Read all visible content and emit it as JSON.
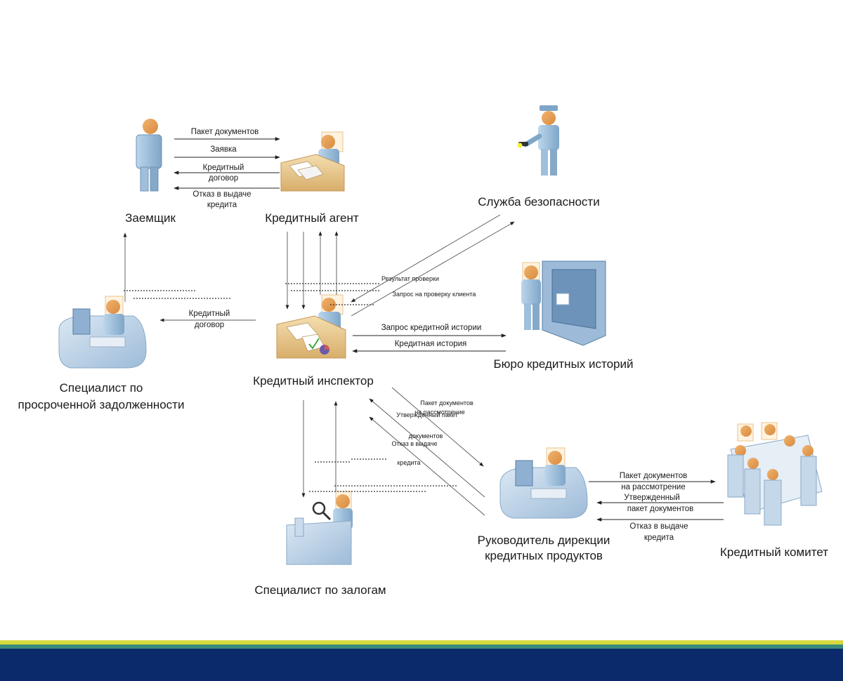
{
  "actors": {
    "borrower": "Заемщик",
    "credit_agent": "Кредитный агент",
    "security_service": "Служба безопасности",
    "overdue_specialist": [
      "Специалист по",
      "просроченной задолженности"
    ],
    "credit_inspector": "Кредитный инспектор",
    "credit_bureau": "Бюро кредитных историй",
    "director": [
      "Руководитель дирекции",
      "кредитных продуктов"
    ],
    "credit_committee": "Кредитный комитет",
    "collateral_specialist": "Специалист по залогам"
  },
  "messages": {
    "docs_package": "Пакет документов",
    "application": "Заявка",
    "credit_contract": [
      "Кредитный",
      "договор"
    ],
    "refusal": [
      "Отказ в выдаче",
      "кредита"
    ],
    "check_result": "Результат проверки",
    "client_check_request": "Запрос на проверку клиента",
    "overdue_contract": [
      "Кредитный",
      "договор"
    ],
    "history_request": "Запрос кредитной истории",
    "credit_history": "Кредитная история",
    "docs_for_review_small": [
      "Пакет документов",
      "на рассмотрение"
    ],
    "approved_package_small": "Утвержденный пакет",
    "refusal_small": [
      "документов",
      "Отказ в выдаче",
      "кредита"
    ],
    "committee_docs": [
      "Пакет документов",
      "на рассмотрение"
    ],
    "committee_approved": [
      "Утвержденный",
      "пакет документов"
    ],
    "committee_refusal": [
      "Отказ в выдаче",
      "кредита"
    ]
  }
}
